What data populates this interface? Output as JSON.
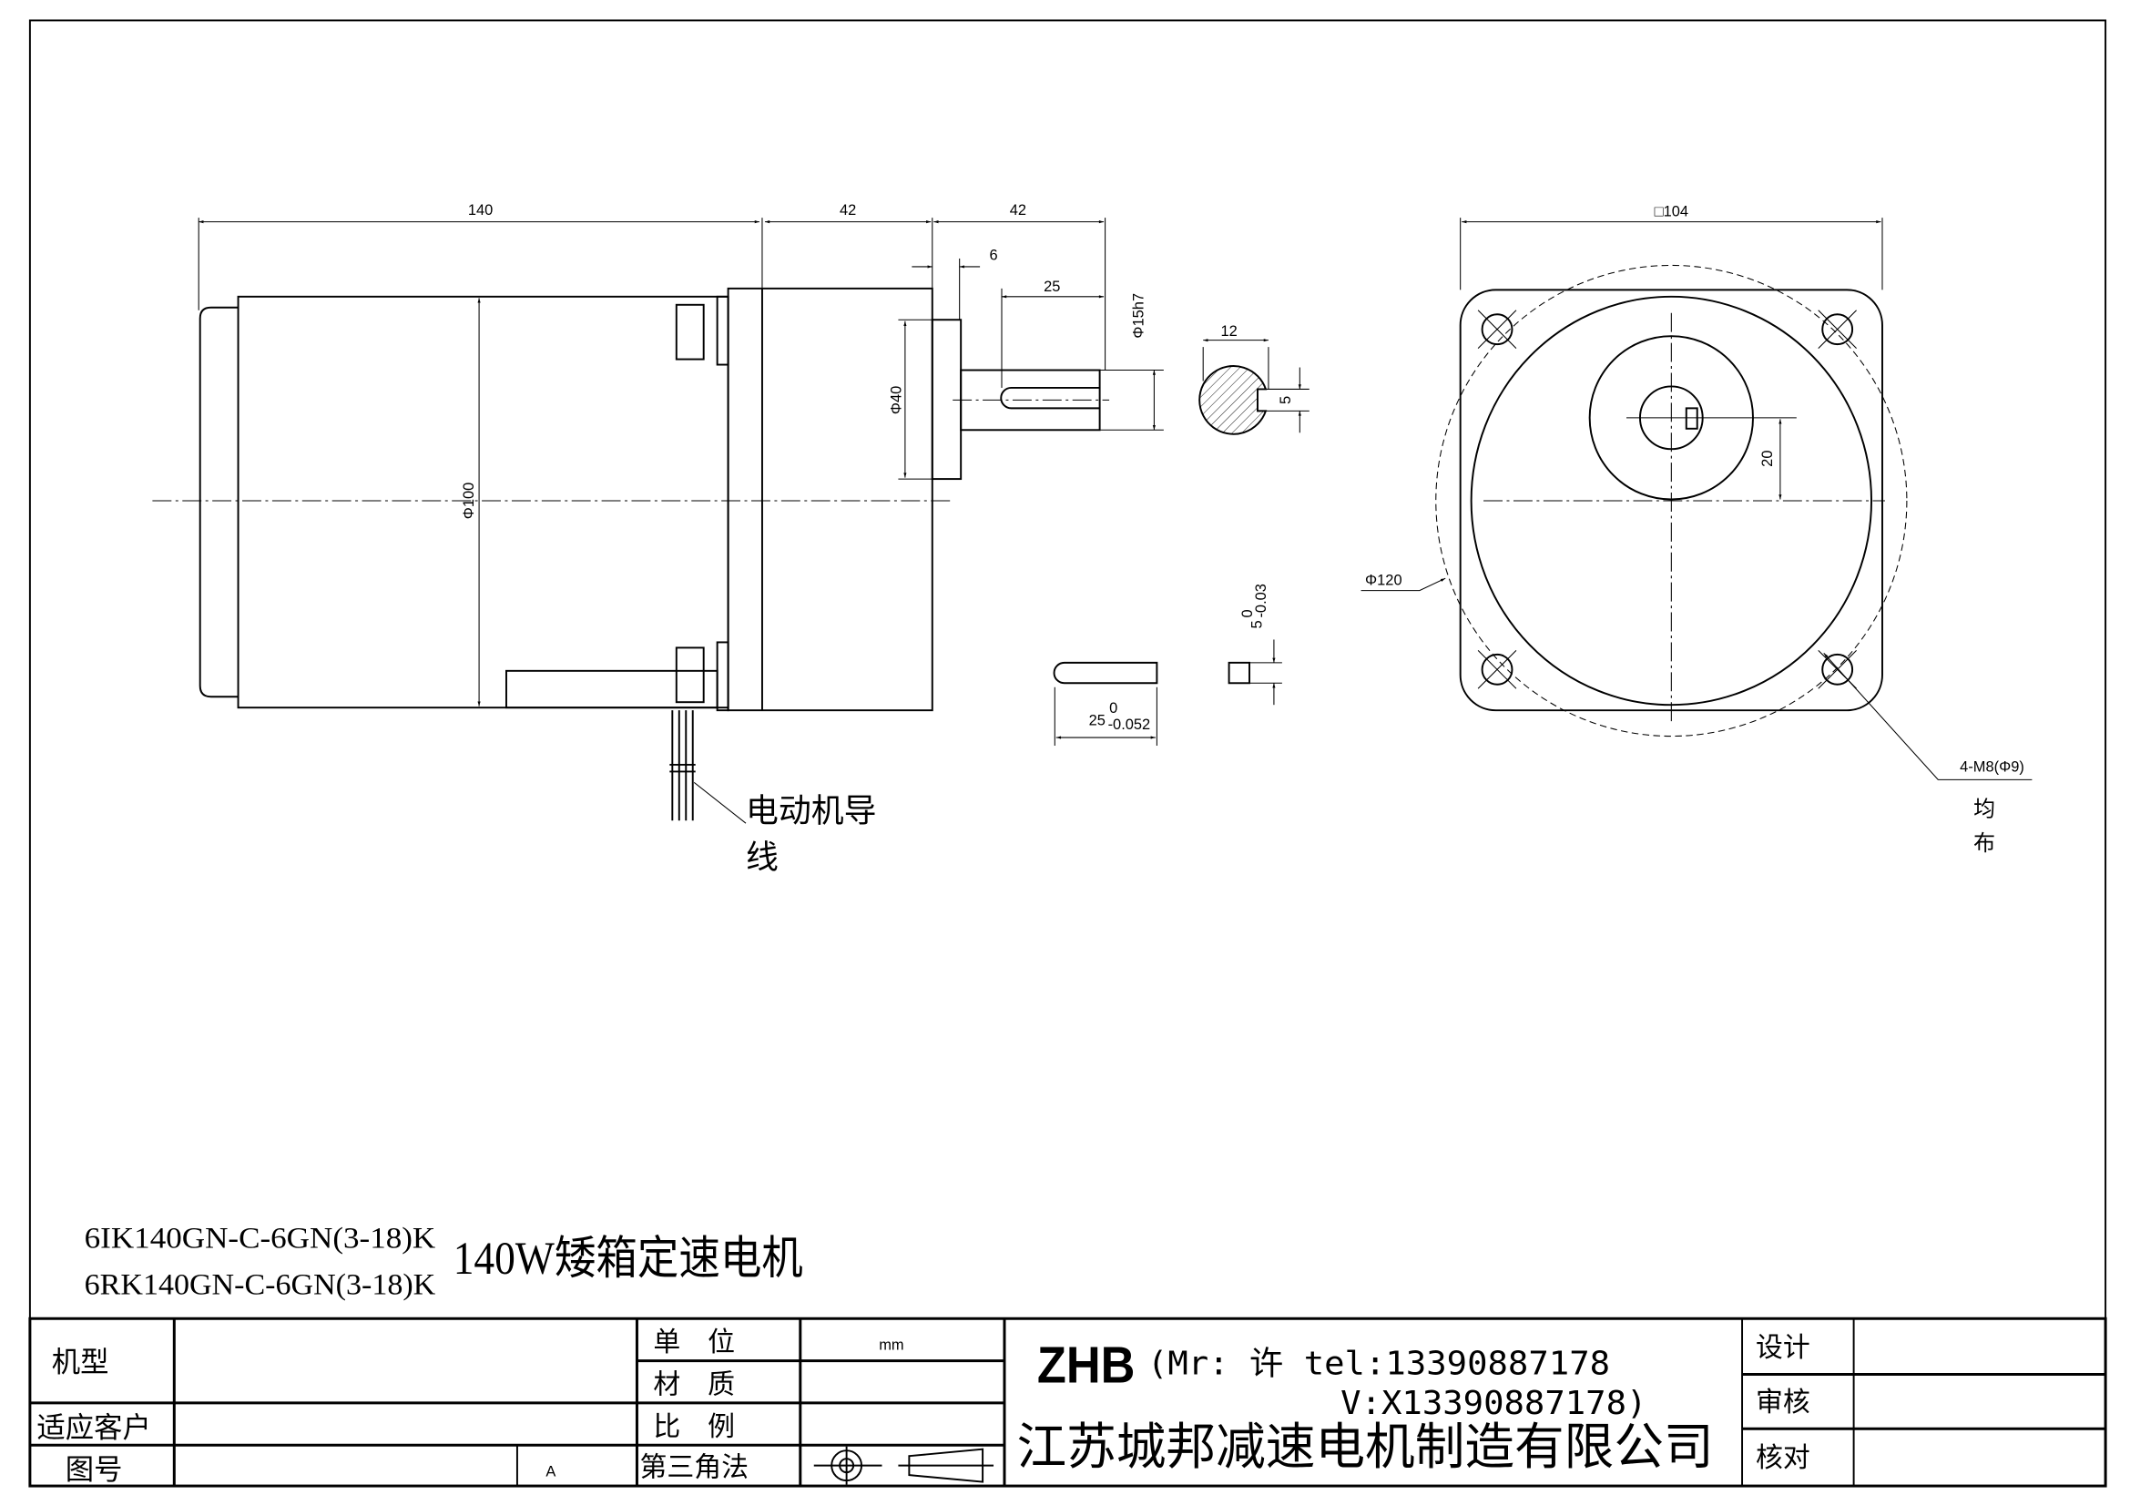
{
  "dimensions": {
    "motor_length": "140",
    "gearbox_length": "42",
    "shaft_length": "42",
    "flange_thickness": "6",
    "key_length": "25",
    "shaft_diameter": "Φ15h7",
    "pilot_diameter": "Φ40",
    "motor_diameter": "Φ100",
    "key_width_section": "12",
    "key_height_section": "5",
    "key_len_tol": "25",
    "key_len_tol_upper": "0",
    "key_len_tol_lower": "-0.052",
    "key_w": "5",
    "key_w_upper": "0",
    "key_w_lower": "-0.03",
    "square_size": "□104",
    "shaft_offset": "20",
    "bolt_circle": "Φ120",
    "mount_holes": "4-M8(Φ9)"
  },
  "labels": {
    "lead_wire_1": "电动机导",
    "lead_wire_2": "线",
    "evenly_1": "均",
    "evenly_2": "布"
  },
  "title": {
    "model_1": "6IK140GN-C-6GN(3-18)K",
    "model_2": "6RK140GN-C-6GN(3-18)K",
    "product": "140W矮箱定速电机"
  },
  "title_block": {
    "model_label": "机型",
    "customer_label": "适应客户",
    "drawing_no_label": "图号",
    "revision": "A",
    "unit_label": "单　位",
    "unit_value": "mm",
    "material_label": "材　质",
    "scale_label": "比　例",
    "projection_label": "第三角法",
    "brand": "ZHB",
    "contact_1": "(Mr: 许 tel:13390887178",
    "contact_2": "V:X13390887178)",
    "company": "江苏城邦减速电机制造有限公司",
    "design_label": "设计",
    "review_label": "审核",
    "check_label": "核对"
  }
}
